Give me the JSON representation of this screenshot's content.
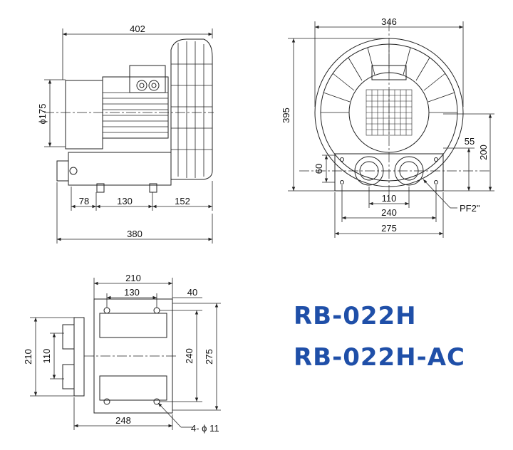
{
  "brand_color": "#1f4fa8",
  "line_color": "#222222",
  "models": [
    "RB-022H",
    "RB-022H-AC"
  ],
  "side_view": {
    "overall_length": "402",
    "motor_diameter": "ϕ175",
    "foot_offset": "78",
    "foot_spacing": "130",
    "blower_depth": "152",
    "base_length": "380"
  },
  "front_view": {
    "width": "346",
    "height": "395",
    "outlet_height": "200",
    "outlet_offset": "55",
    "port_height": "60",
    "port_spacing": "110",
    "hole_spacing": "240",
    "base_width": "275",
    "thread_label": "PF2\""
  },
  "base_view": {
    "width": "210",
    "hole_x_spacing": "130",
    "edge_offset": "40",
    "depth": "210",
    "port_spacing": "110",
    "hole_y_spacing": "240",
    "overall_depth": "275",
    "length": "248",
    "hole_label": "4- ϕ 11"
  }
}
